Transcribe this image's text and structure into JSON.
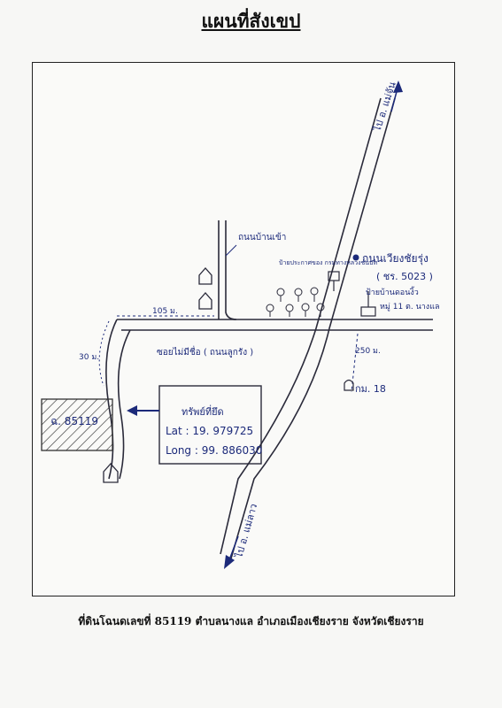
{
  "title": "แผนที่สังเขป",
  "labels": {
    "to_maechan": "ไป อ. แม่จัน",
    "to_maelao": "ไป อ. แม่ลาว",
    "village_road": "ถนนบ้านเข้า",
    "chiangrai_road": "ถนนเวียงชัยรุ่ง",
    "road_code": "( ชร. 5023 )",
    "sign_building": "ป้ายประกาศของ กรมทางหลวงชนบท",
    "village_sign": "ป้ายบ้านดอนงิ้ว",
    "village_no": "หมู่ 11 ต. นางแล",
    "dist_105": "105 ม.",
    "dist_30": "30 ม.",
    "dist_250": "250 ม.",
    "soi": "ซอยไม่มีชื่อ ( ถนนลูกรัง )",
    "km_marker": "กม. 18",
    "parcel": "ฉ. 85119",
    "property_label": "ทรัพย์ที่ยึด",
    "lat": "Lat : 19. 979725",
    "long": "Long : 99. 886030"
  },
  "caption": "ที่ดินโฉนดเลขที่ 85119 ตำบลนางแล อำเภอเมืองเชียงราย จังหวัดเชียงราย",
  "colors": {
    "ink": "#1c2a7a",
    "line": "#2a2a3a"
  },
  "icons": [
    "house-icon",
    "tree-icon",
    "sign-icon",
    "km-stone-icon",
    "arrow-icon"
  ]
}
